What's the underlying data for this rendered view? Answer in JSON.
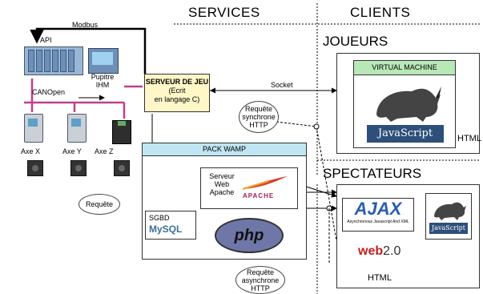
{
  "sections": {
    "services": "SERVICES",
    "clients": "CLIENTS",
    "joueurs": "JOUEURS",
    "spectateurs": "SPECTATEURS"
  },
  "left": {
    "modbus": "Modbus",
    "api": "API",
    "pupitre": "Pupitre",
    "ihm": "IHM",
    "canopen": "CANOpen",
    "axe_x": "Axe X",
    "axe_y": "Axe Y",
    "axe_z": "Axe Z"
  },
  "serveur_jeu": {
    "line1": "SERVEUR DE JEU",
    "line2": "(Ecrit",
    "line3": "en langage C)"
  },
  "socket": "Socket",
  "req_sync": {
    "line1": "Requête",
    "line2": "synchrone",
    "line3": "HTTP"
  },
  "requete": "Requête",
  "req_async": {
    "line1": "Requête",
    "line2": "asynchrone",
    "line3": "HTTP"
  },
  "wamp": {
    "title": "PACK WAMP",
    "serveur_web": {
      "line1": "Serveur",
      "line2": "Web",
      "line3": "Apache"
    },
    "apache_logo": "APACHE",
    "sgbd": "SGBD",
    "mysql_logo": "MySQL",
    "php_logo": "php"
  },
  "joueurs_box": {
    "vm_title": "VIRTUAL MACHINE",
    "js_logo": "JavaScript",
    "html": "HTML"
  },
  "spectateurs_box": {
    "ajax_logo": "AJAX",
    "ajax_sub": "Asynchronous Javascript And XML",
    "js_logo": "JavaScript",
    "web_logo": "web",
    "web_version": "2.0",
    "html": "HTML"
  }
}
